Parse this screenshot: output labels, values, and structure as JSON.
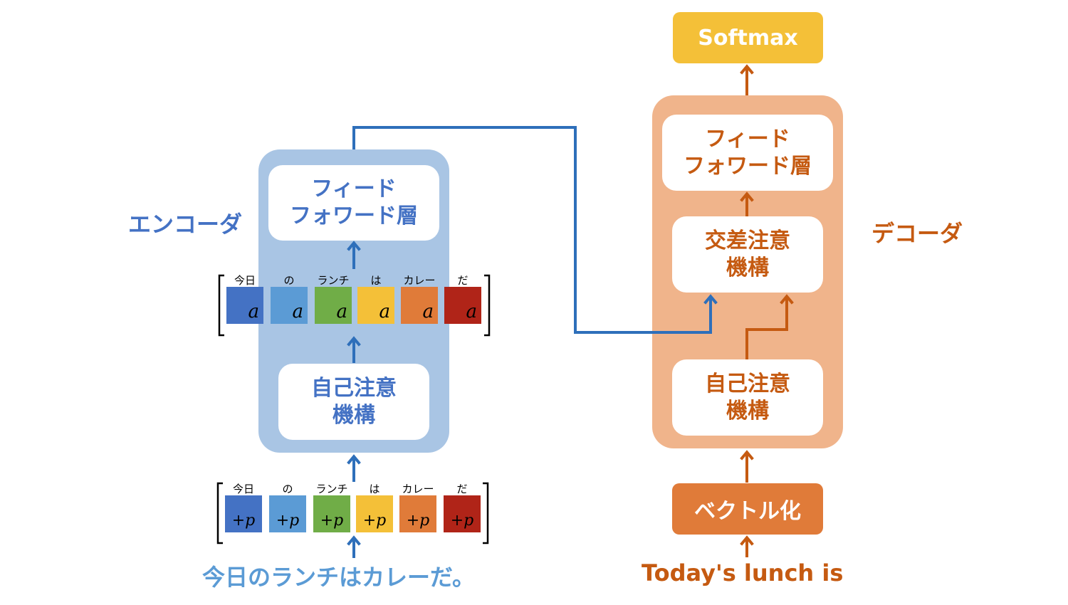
{
  "encoder": {
    "label": "エンコーダ",
    "ffn": "フィード\nフォワード層",
    "attn": "自己注意\n機構",
    "input_text": "今日のランチはカレーだ。"
  },
  "decoder": {
    "label": "デコーダ",
    "ffn": "フィード\nフォワード層",
    "cross": "交差注意\n機構",
    "attn": "自己注意\n機構",
    "vectorize": "ベクトル化",
    "softmax": "Softmax",
    "input_text": "Today's lunch is"
  },
  "tokens": [
    {
      "label": "今日",
      "color": "#4472c4"
    },
    {
      "label": "の",
      "color": "#5b9bd5"
    },
    {
      "label": "ランチ",
      "color": "#70ad47"
    },
    {
      "label": "は",
      "color": "#f4c038"
    },
    {
      "label": "カレー",
      "color": "#e07b39"
    },
    {
      "label": "だ",
      "color": "#b02418"
    }
  ],
  "attn_symbol": "a",
  "pe_symbol": "+p",
  "colors": {
    "encoder_panel": "#a9c5e4",
    "encoder_arrow": "#2e6fba",
    "decoder_panel": "#f0b48b",
    "decoder_arrow": "#c55a11",
    "softmax": "#f4c038",
    "vectorize": "#e07b39"
  }
}
